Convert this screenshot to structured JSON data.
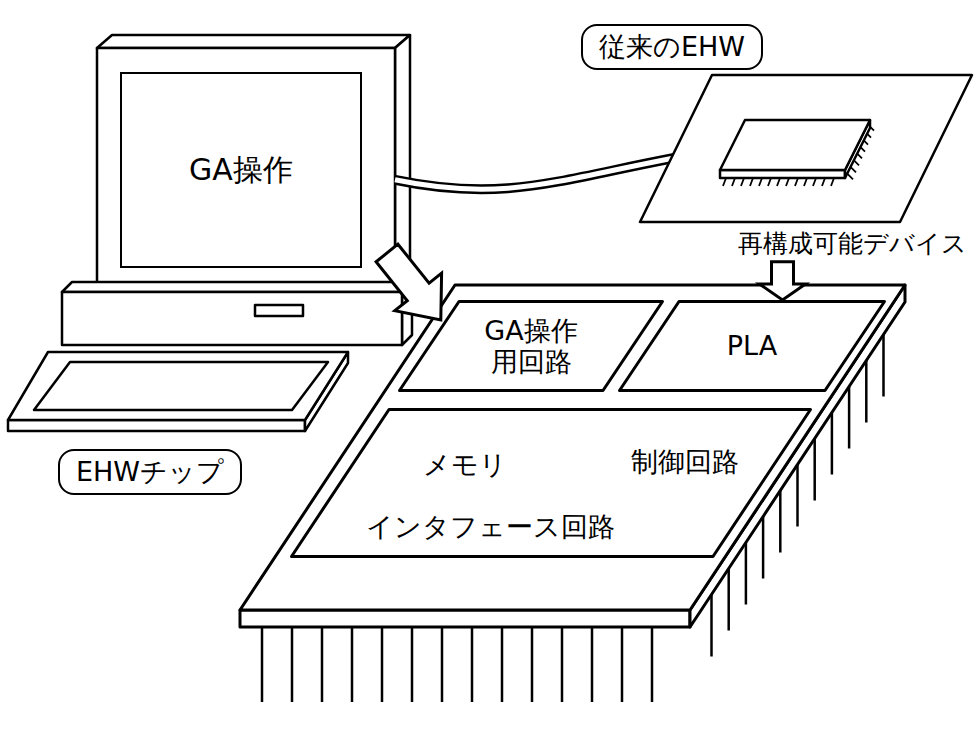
{
  "diagram": {
    "nodes": [
      {
        "text": [
          "従来のEHW"
        ]
      },
      {
        "text": [
          "GA操作"
        ]
      },
      {
        "text": [
          "再構成可能デバイス"
        ]
      },
      {
        "text": [
          "EHWチップ"
        ]
      },
      {
        "text": [
          "GA操作 用回路"
        ]
      },
      {
        "text": [
          "PLA"
        ]
      },
      {
        "text": [
          "メモリ",
          "制御回路",
          "インタフェース回路"
        ]
      }
    ],
    "edges": [
      {
        "from": 1,
        "to": 2,
        "arrow": "none"
      },
      {
        "from": 1,
        "to": 4,
        "arrow": "to"
      },
      {
        "from": 2,
        "to": 5,
        "arrow": "to"
      }
    ]
  }
}
